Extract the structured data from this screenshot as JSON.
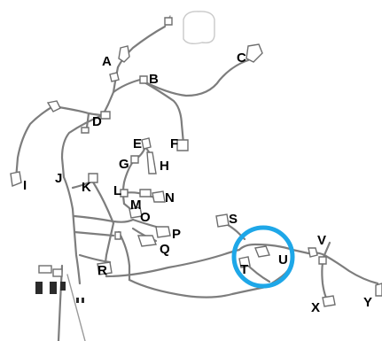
{
  "map": {
    "labels": [
      {
        "id": "A",
        "text": "A"
      },
      {
        "id": "B",
        "text": "B"
      },
      {
        "id": "C",
        "text": "C"
      },
      {
        "id": "D",
        "text": "D"
      },
      {
        "id": "E",
        "text": "E"
      },
      {
        "id": "F",
        "text": "F"
      },
      {
        "id": "G",
        "text": "G"
      },
      {
        "id": "H",
        "text": "H"
      },
      {
        "id": "I",
        "text": "I"
      },
      {
        "id": "J",
        "text": "J"
      },
      {
        "id": "K",
        "text": "K"
      },
      {
        "id": "L",
        "text": "L"
      },
      {
        "id": "M",
        "text": "M"
      },
      {
        "id": "N",
        "text": "N"
      },
      {
        "id": "O",
        "text": "O"
      },
      {
        "id": "P",
        "text": "P"
      },
      {
        "id": "Q",
        "text": "Q"
      },
      {
        "id": "R",
        "text": "R"
      },
      {
        "id": "S",
        "text": "S"
      },
      {
        "id": "T",
        "text": "T"
      },
      {
        "id": "U",
        "text": "U"
      },
      {
        "id": "V",
        "text": "V"
      },
      {
        "id": "X",
        "text": "X"
      },
      {
        "id": "Y",
        "text": "Y"
      }
    ],
    "highlight": {
      "target": "T-U",
      "color": "#1ea7e8"
    },
    "colors": {
      "road": "#7d7d7d",
      "building_outline": "#6e6e6e",
      "background": "#ffffff"
    }
  }
}
